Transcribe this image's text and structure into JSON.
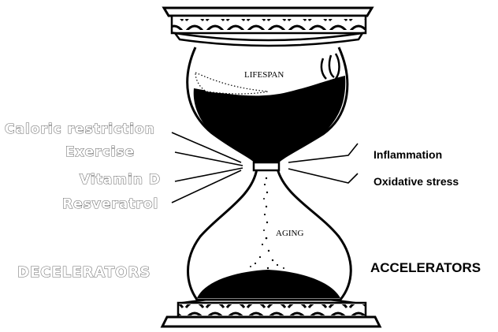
{
  "hourglass": {
    "top_label": "LIFESPAN",
    "bottom_label": "AGING"
  },
  "decelerators": {
    "heading": "DECELERATORS",
    "items": [
      "Caloric restriction",
      "Exercise",
      "Vitamin D",
      "Resveratrol"
    ]
  },
  "accelerators": {
    "heading": "ACCELERATORS",
    "items": [
      "Inflammation",
      "Oxidative stress"
    ]
  }
}
